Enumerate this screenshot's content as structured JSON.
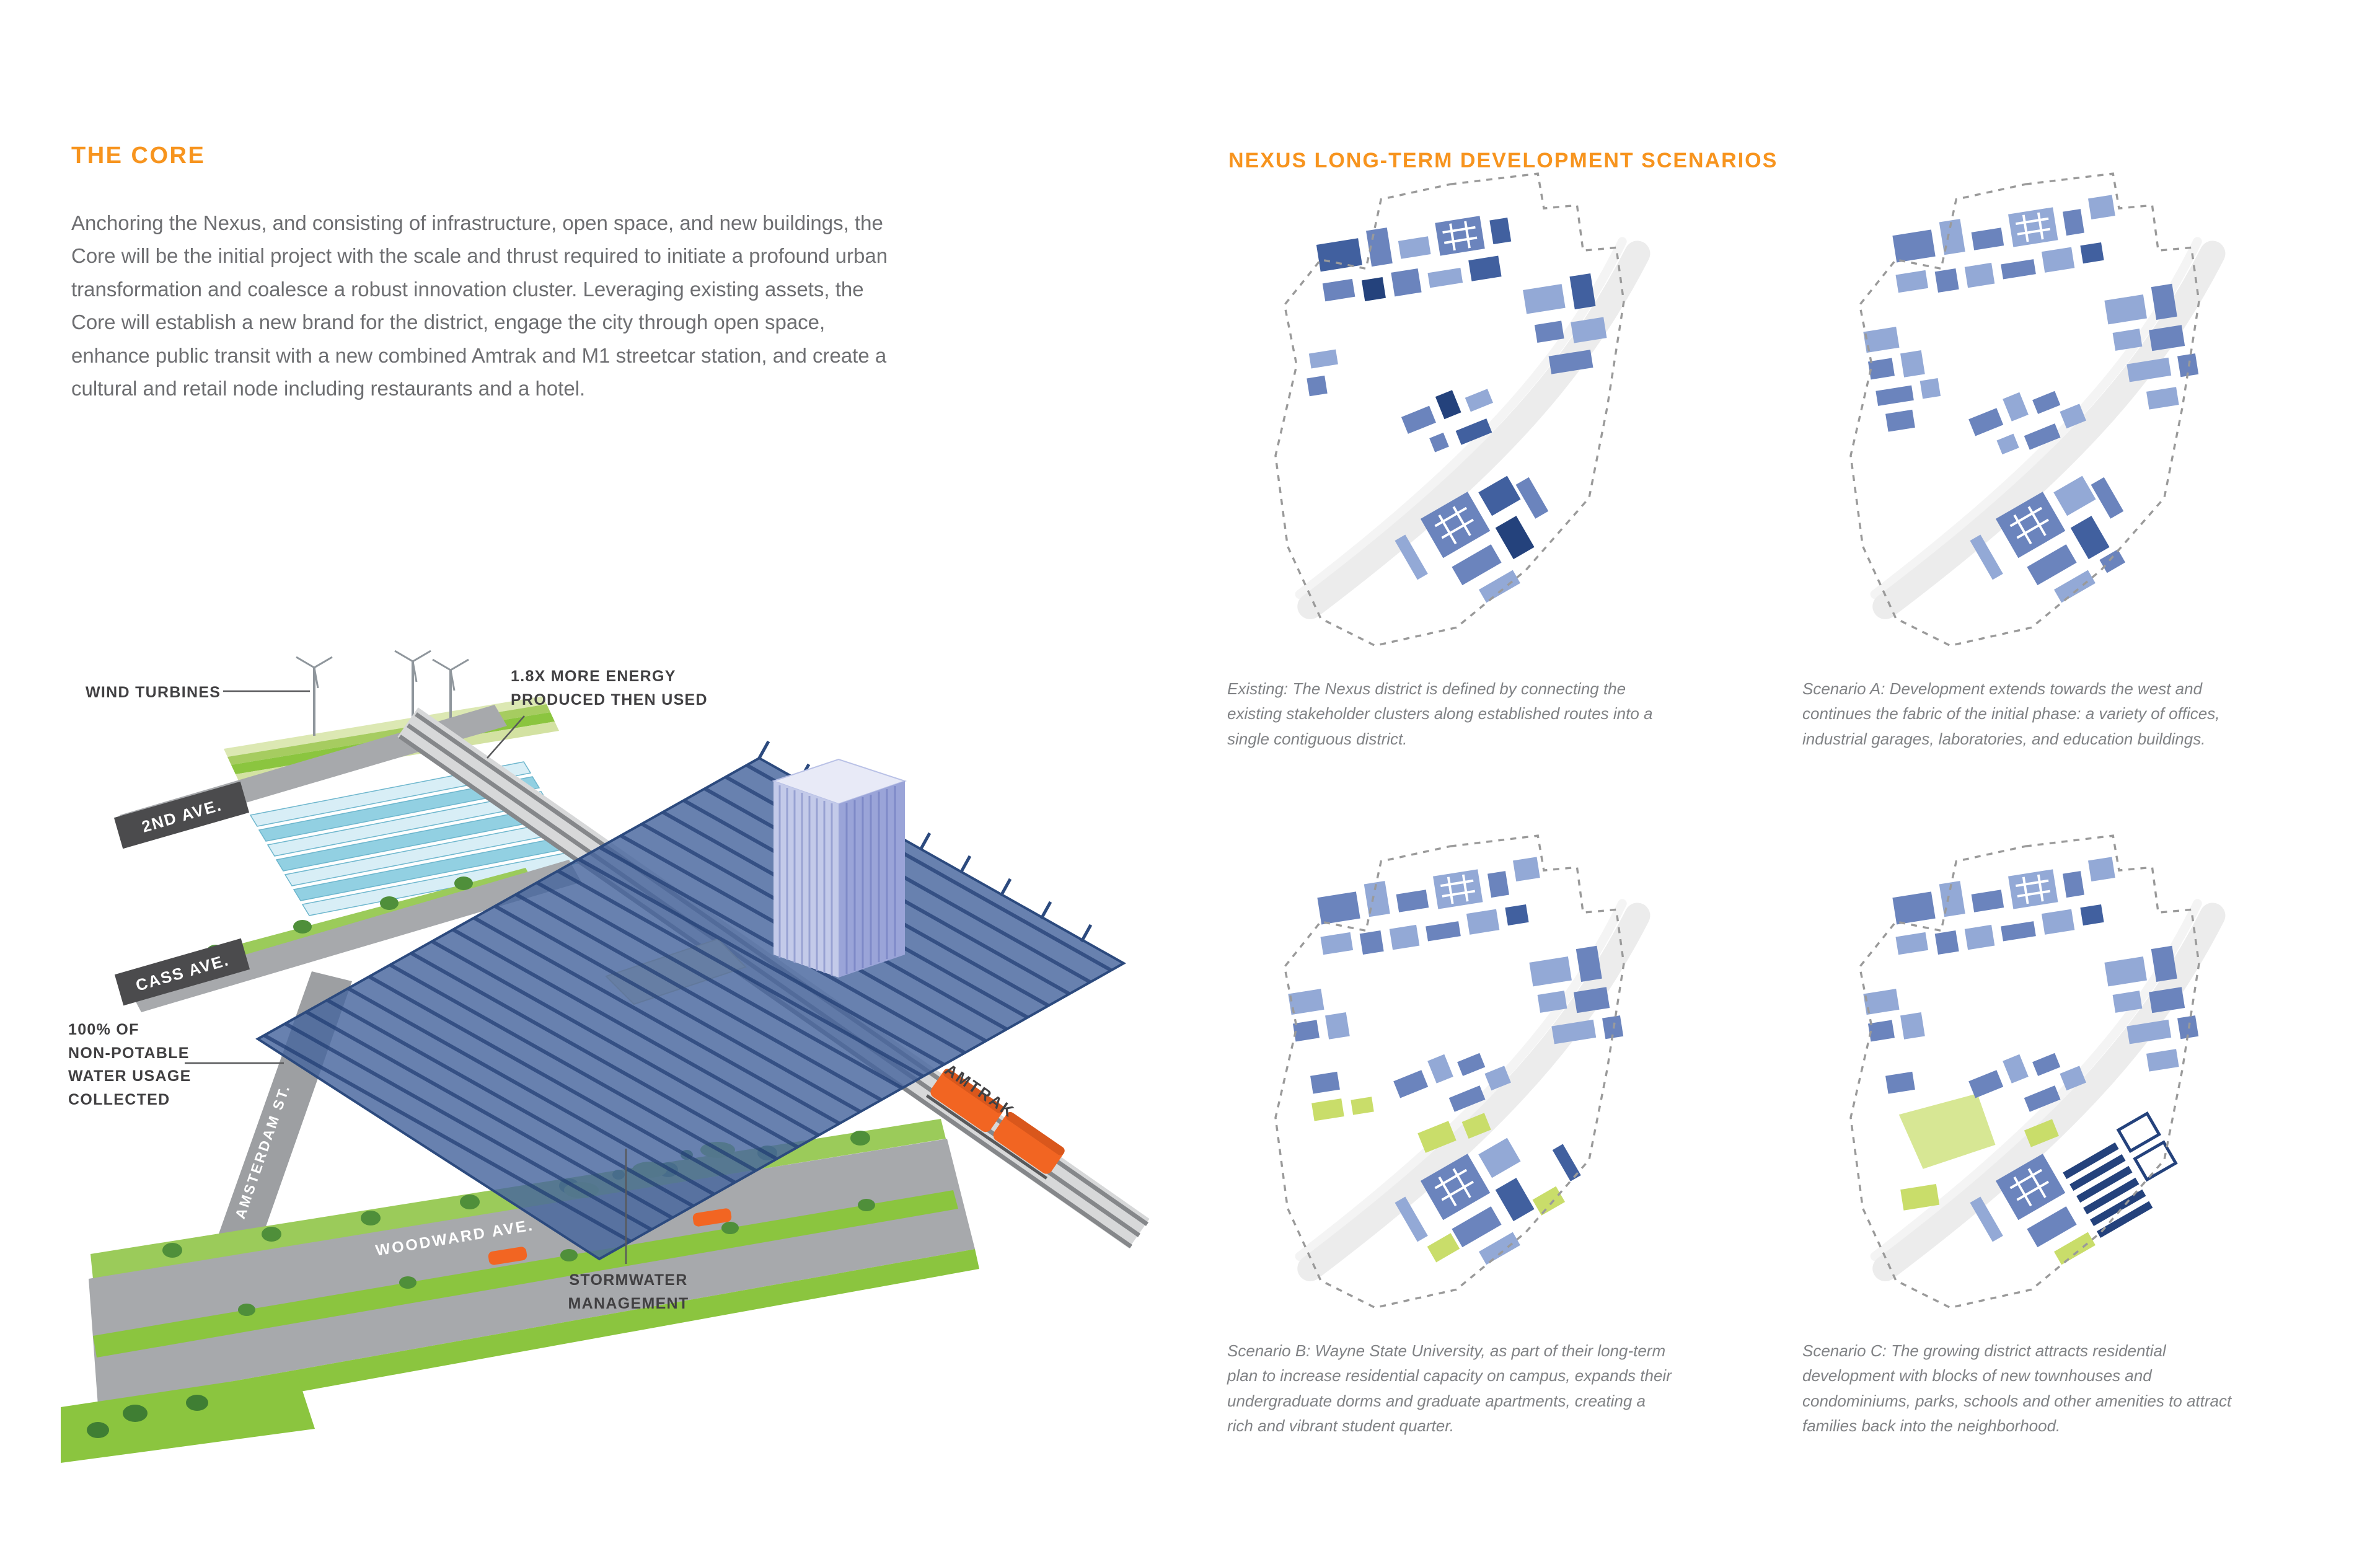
{
  "colors": {
    "accent_orange": "#F7941E",
    "body_text": "#6D6E71",
    "caption_text": "#808285",
    "label_text": "#414042",
    "train_orange": "#F26522",
    "canopy_blue": "#47659E",
    "grass_green": "#8BC53F"
  },
  "core": {
    "title": "THE CORE",
    "body": "Anchoring the Nexus, and consisting of infrastructure, open space, and new buildings, the Core will be the initial project with the scale and thrust required to initiate a profound urban transformation and coalesce a robust innovation cluster. Leveraging existing assets, the Core will establish a new brand for the district, engage the city through open space, enhance public transit with a new combined Amtrak and M1 streetcar station, and create a cultural and retail node including restaurants and a hotel.",
    "labels": {
      "wind_turbines": "WIND TURBINES",
      "energy": "1.8X MORE ENERGY\nPRODUCED THEN USED",
      "second_ave": "2ND AVE.",
      "cass_ave": "CASS AVE.",
      "water": "100% OF\nNON-POTABLE\nWATER USAGE\nCOLLECTED",
      "amsterdam": "AMSTERDAM ST.",
      "woodward": "WOODWARD AVE.",
      "stormwater": "STORMWATER\nMANAGEMENT",
      "amtrak": "AMTRAK"
    }
  },
  "scenarios": {
    "title": "NEXUS LONG-TERM DEVELOPMENT SCENARIOS",
    "items": [
      {
        "id": "existing",
        "caption": "Existing: The Nexus district is defined by connecting the existing stakeholder clusters along established routes into a single contiguous district."
      },
      {
        "id": "scenario-a",
        "caption": "Scenario A: Development extends towards the west and continues the fabric of the initial phase: a variety of offices, industrial garages, laboratories, and education buildings."
      },
      {
        "id": "scenario-b",
        "caption": "Scenario B: Wayne State University, as part of their long-term plan to increase residential capacity on campus, expands their undergraduate dorms and graduate apartments, creating a rich and vibrant student quarter."
      },
      {
        "id": "scenario-c",
        "caption": "Scenario C: The growing district attracts residential development with blocks of new townhouses and condominiums, parks, schools and other amenities to attract families back into the neighborhood."
      }
    ]
  }
}
